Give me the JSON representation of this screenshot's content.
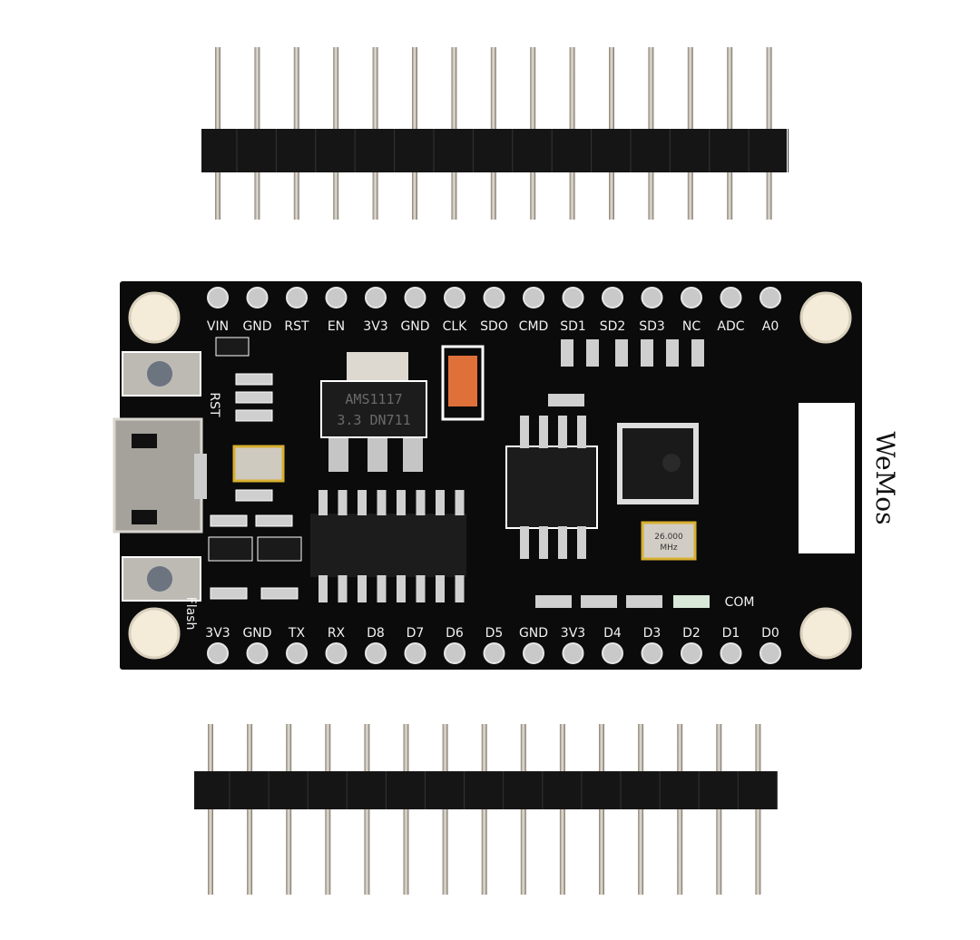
{
  "board": {
    "top_pins": [
      "VIN",
      "GND",
      "RST",
      "EN",
      "3V3",
      "GND",
      "CLK",
      "SDO",
      "CMD",
      "SD1",
      "SD2",
      "SD3",
      "NC",
      "ADC",
      "A0"
    ],
    "bottom_pins": [
      "3V3",
      "GND",
      "TX",
      "RX",
      "D8",
      "D7",
      "D6",
      "D5",
      "GND",
      "3V3",
      "D4",
      "D3",
      "D2",
      "D1",
      "D0"
    ],
    "button_labels": {
      "reset": "RST",
      "flash": "Flash"
    },
    "led_label": "COM",
    "regulator": {
      "line1": "AMS1117",
      "line2": "3.3  DN711"
    },
    "crystal": {
      "line1": "26.000",
      "line2": "MHz"
    },
    "logo": "WeMos",
    "colors": {
      "pcb": "#0b0b0b",
      "silkscreen": "#f2f2f2",
      "pad": "#c9c9c9",
      "capacitor": "#e0703a",
      "header": "#151515"
    }
  }
}
